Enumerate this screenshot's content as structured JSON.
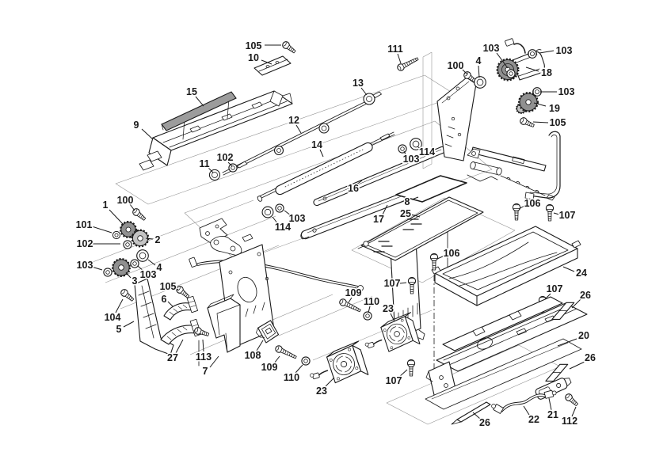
{
  "diagram": {
    "type": "exploded-parts-diagram",
    "bg_color": "#ffffff",
    "ink_color": "#1a1a1a",
    "guide_color": "#8f8f8f",
    "shade_color": "#9c9c9c",
    "callouts": [
      {
        "label": "105",
        "t": [
          320,
          58
        ],
        "l": [
          334,
          57,
          355,
          57
        ]
      },
      {
        "label": "10",
        "t": [
          320,
          73
        ],
        "l": [
          330,
          76,
          343,
          81
        ]
      },
      {
        "label": "15",
        "t": [
          242,
          116
        ],
        "l": [
          247,
          122,
          257,
          134
        ]
      },
      {
        "label": "9",
        "t": [
          172,
          158
        ],
        "l": [
          179,
          163,
          193,
          176
        ]
      },
      {
        "label": "12",
        "t": [
          371,
          152
        ],
        "l": [
          374,
          158,
          380,
          168
        ]
      },
      {
        "label": "13",
        "t": [
          452,
          105
        ],
        "l": [
          456,
          111,
          463,
          120
        ]
      },
      {
        "label": "111",
        "t": [
          499,
          62
        ],
        "l": [
          502,
          68,
          506,
          80
        ]
      },
      {
        "label": "100",
        "t": [
          575,
          83
        ],
        "l": [
          583,
          87,
          590,
          94
        ]
      },
      {
        "label": "4",
        "t": [
          604,
          77
        ],
        "l": [
          604,
          83,
          605,
          98
        ]
      },
      {
        "label": "103",
        "t": [
          620,
          61
        ],
        "l": [
          627,
          67,
          641,
          86
        ]
      },
      {
        "label": "103",
        "t": [
          712,
          64
        ],
        "l": [
          699,
          64,
          681,
          67
        ]
      },
      {
        "label": "18",
        "t": [
          690,
          92
        ],
        "l": [
          680,
          90,
          664,
          85
        ]
      },
      {
        "label": "103",
        "t": [
          715,
          116
        ],
        "l": [
          703,
          116,
          682,
          116
        ]
      },
      {
        "label": "19",
        "t": [
          700,
          137
        ],
        "l": [
          689,
          134,
          674,
          130
        ]
      },
      {
        "label": "105",
        "t": [
          704,
          155
        ],
        "l": [
          692,
          155,
          673,
          154
        ]
      },
      {
        "label": "102",
        "t": [
          284,
          199
        ],
        "l": [
          288,
          205,
          293,
          210
        ]
      },
      {
        "label": "11",
        "t": [
          258,
          207
        ],
        "l": [
          263,
          212,
          269,
          218
        ]
      },
      {
        "label": "14",
        "t": [
          400,
          183
        ],
        "l": [
          404,
          189,
          408,
          198
        ]
      },
      {
        "label": "114",
        "t": [
          539,
          192
        ],
        "l": [
          532,
          189,
          527,
          185
        ]
      },
      {
        "label": "103",
        "t": [
          519,
          201
        ],
        "l": [
          513,
          197,
          510,
          191
        ]
      },
      {
        "label": "16",
        "t": [
          446,
          238
        ],
        "l": [
          450,
          233,
          457,
          228
        ]
      },
      {
        "label": "17",
        "t": [
          478,
          277
        ],
        "l": [
          483,
          271,
          489,
          259
        ]
      },
      {
        "label": "103",
        "t": [
          375,
          276
        ],
        "l": [
          367,
          272,
          359,
          266
        ]
      },
      {
        "label": "114",
        "t": [
          357,
          287
        ],
        "l": [
          351,
          283,
          344,
          274
        ]
      },
      {
        "label": "8",
        "t": [
          514,
          255
        ],
        "l": [
          520,
          252,
          528,
          249
        ]
      },
      {
        "label": "25",
        "t": [
          512,
          270
        ],
        "l": [
          519,
          271,
          530,
          274
        ]
      },
      {
        "label": "106",
        "t": [
          672,
          257
        ],
        "l": [
          662,
          260,
          655,
          264
        ]
      },
      {
        "label": "107",
        "t": [
          716,
          272
        ],
        "l": [
          706,
          271,
          699,
          269
        ]
      },
      {
        "label": "24",
        "t": [
          734,
          345
        ],
        "l": [
          725,
          343,
          711,
          337
        ]
      },
      {
        "label": "106",
        "t": [
          570,
          320
        ],
        "l": [
          561,
          323,
          552,
          327
        ]
      },
      {
        "label": "107",
        "t": [
          495,
          358
        ],
        "l": [
          505,
          358,
          513,
          357
        ]
      },
      {
        "label": "26",
        "t": [
          739,
          373
        ],
        "l": [
          733,
          378,
          722,
          389
        ]
      },
      {
        "label": "107",
        "t": [
          700,
          365
        ],
        "l": [
          695,
          371,
          688,
          378
        ]
      },
      {
        "label": "20",
        "t": [
          737,
          424
        ],
        "l": [
          728,
          428,
          704,
          437
        ]
      },
      {
        "label": "26",
        "t": [
          745,
          452
        ],
        "l": [
          738,
          457,
          719,
          466
        ]
      },
      {
        "label": "107",
        "t": [
          497,
          481
        ],
        "l": [
          504,
          476,
          514,
          467
        ]
      },
      {
        "label": "26",
        "t": [
          612,
          534
        ],
        "l": [
          606,
          529,
          597,
          521
        ]
      },
      {
        "label": "22",
        "t": [
          674,
          530
        ],
        "l": [
          668,
          524,
          661,
          513
        ]
      },
      {
        "label": "21",
        "t": [
          698,
          524
        ],
        "l": [
          696,
          518,
          693,
          503
        ]
      },
      {
        "label": "112",
        "t": [
          719,
          532
        ],
        "l": [
          722,
          526,
          727,
          514
        ]
      },
      {
        "label": "100",
        "t": [
          158,
          253
        ],
        "l": [
          164,
          258,
          170,
          266
        ]
      },
      {
        "label": "1",
        "t": [
          133,
          259
        ],
        "l": [
          138,
          265,
          156,
          284
        ]
      },
      {
        "label": "101",
        "t": [
          106,
          284
        ],
        "l": [
          116,
          286,
          141,
          294
        ]
      },
      {
        "label": "2",
        "t": [
          199,
          303
        ],
        "l": [
          193,
          302,
          184,
          301
        ]
      },
      {
        "label": "102",
        "t": [
          107,
          308
        ],
        "l": [
          117,
          308,
          152,
          308
        ]
      },
      {
        "label": "4",
        "t": [
          201,
          338
        ],
        "l": [
          196,
          335,
          187,
          328
        ]
      },
      {
        "label": "103",
        "t": [
          107,
          335
        ],
        "l": [
          116,
          337,
          129,
          341
        ]
      },
      {
        "label": "103",
        "t": [
          187,
          347
        ],
        "l": [
          182,
          343,
          174,
          336
        ]
      },
      {
        "label": "3",
        "t": [
          170,
          355
        ],
        "l": [
          165,
          351,
          159,
          344
        ]
      },
      {
        "label": "105",
        "t": [
          212,
          362
        ],
        "l": [
          220,
          364,
          225,
          366
        ]
      },
      {
        "label": "104",
        "t": [
          142,
          401
        ],
        "l": [
          146,
          395,
          155,
          378
        ]
      },
      {
        "label": "5",
        "t": [
          150,
          416
        ],
        "l": [
          156,
          413,
          169,
          406
        ]
      },
      {
        "label": "6",
        "t": [
          207,
          378
        ],
        "l": [
          212,
          381,
          218,
          387
        ]
      },
      {
        "label": "27",
        "t": [
          218,
          452
        ],
        "l": [
          222,
          446,
          231,
          429
        ]
      },
      {
        "label": "113",
        "t": [
          257,
          451
        ],
        "l": [
          257,
          444,
          256,
          429
        ]
      },
      {
        "label": "7",
        "t": [
          259,
          469
        ],
        "l": [
          265,
          464,
          276,
          450
        ]
      },
      {
        "label": "108",
        "t": [
          319,
          449
        ],
        "l": [
          324,
          443,
          332,
          430
        ]
      },
      {
        "label": "109",
        "t": [
          340,
          464
        ],
        "l": [
          346,
          459,
          353,
          450
        ]
      },
      {
        "label": "110",
        "t": [
          368,
          477
        ],
        "l": [
          373,
          471,
          382,
          461
        ]
      },
      {
        "label": "23",
        "t": [
          406,
          494
        ],
        "l": [
          411,
          488,
          422,
          477
        ]
      },
      {
        "label": "23",
        "t": [
          490,
          390
        ],
        "l": [
          493,
          396,
          498,
          406
        ]
      },
      {
        "label": "109",
        "t": [
          446,
          370
        ],
        "l": [
          444,
          376,
          440,
          382
        ]
      },
      {
        "label": "110",
        "t": [
          469,
          381
        ],
        "l": [
          467,
          387,
          465,
          395
        ]
      }
    ]
  }
}
